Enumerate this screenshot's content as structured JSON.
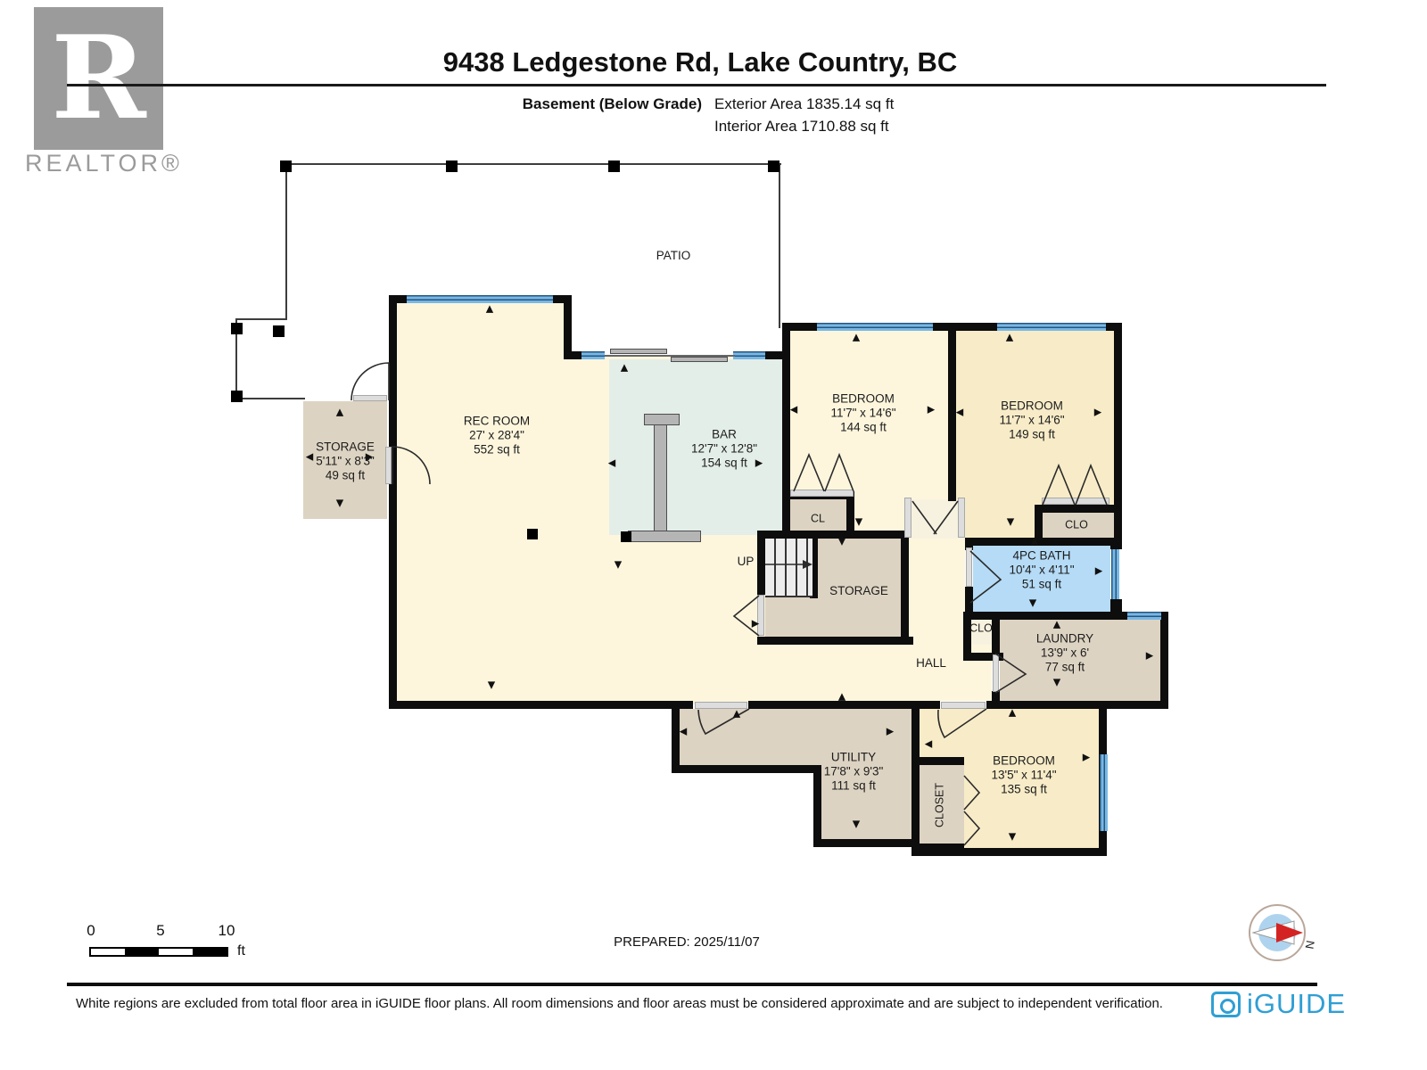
{
  "header": {
    "title": "9438 Ledgestone Rd, Lake Country, BC",
    "floor_label": "Basement (Below Grade)",
    "exterior_area": "Exterior Area 1835.14 sq ft",
    "interior_area": "Interior Area 1710.88 sq ft",
    "realtor_letter": "R",
    "realtor_word": "REALTOR®"
  },
  "rooms": {
    "patio": {
      "name": "PATIO"
    },
    "storage_left": {
      "name": "STORAGE",
      "dims": "5'11\" x 8'3\"",
      "area": "49 sq ft"
    },
    "rec_room": {
      "name": "REC ROOM",
      "dims": "27' x 28'4\"",
      "area": "552 sq ft"
    },
    "bar": {
      "name": "BAR",
      "dims": "12'7\" x 12'8\"",
      "area": "154 sq ft"
    },
    "bedroom1": {
      "name": "BEDROOM",
      "dims": "11'7\" x 14'6\"",
      "area": "144 sq ft"
    },
    "bedroom2": {
      "name": "BEDROOM",
      "dims": "11'7\" x 14'6\"",
      "area": "149 sq ft"
    },
    "closet_cl": {
      "name": "CL"
    },
    "closet_clo": {
      "name": "CLO"
    },
    "stairs": {
      "name": "UP"
    },
    "storage_mid": {
      "name": "STORAGE"
    },
    "bath": {
      "name": "4PC BATH",
      "dims": "10'4\" x 4'11\"",
      "area": "51 sq ft"
    },
    "closet_clo_small": {
      "name": "CLO"
    },
    "laundry": {
      "name": "LAUNDRY",
      "dims": "13'9\" x 6'",
      "area": "77 sq ft"
    },
    "hall": {
      "name": "HALL"
    },
    "utility": {
      "name": "UTILITY",
      "dims": "17'8\" x 9'3\"",
      "area": "111 sq ft"
    },
    "closet_b3": {
      "name": "CLOSET"
    },
    "bedroom3": {
      "name": "BEDROOM",
      "dims": "13'5\" x 11'4\"",
      "area": "135 sq ft"
    }
  },
  "scale": {
    "t0": "0",
    "t5": "5",
    "t10": "10",
    "unit": "ft"
  },
  "footer": {
    "prepared": "PREPARED: 2025/11/07",
    "disclaimer": "White regions are excluded from total floor area in iGUIDE floor plans. All room dimensions and floor areas must be considered approximate and are subject to independent verification.",
    "brand": "iGUIDE",
    "compass_north": "N"
  },
  "colors": {
    "room_yellow": "#fdf6dd",
    "room_yellow_deep": "#f8ecc8",
    "room_tan": "#ddd3c2",
    "room_teal": "#e4eee8",
    "room_bath_blue": "#b5dbf6",
    "window_blue": "#79b7e4",
    "wall_black": "#0d0d0d",
    "brand_blue": "#2f9fd4",
    "logo_gray": "#9b9b9b"
  }
}
